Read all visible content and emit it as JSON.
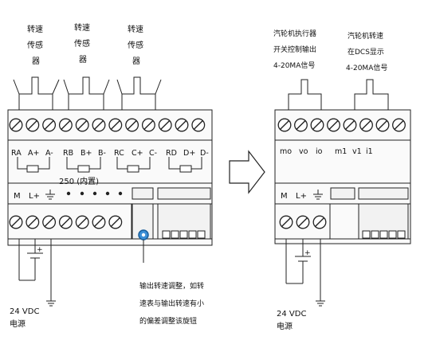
{
  "left_module": {
    "sensor_labels": [
      [
        "转速",
        "传感",
        "器"
      ],
      [
        "转速",
        "传感",
        "器"
      ],
      [
        "转速",
        "传感",
        "器"
      ]
    ],
    "channel_labels": [
      "RA",
      "A+",
      "A-",
      "RB",
      "B+",
      "B-",
      "RC",
      "C+",
      "C-",
      "RD",
      "D+",
      "D-"
    ],
    "internal_resistor": "250 (内置)",
    "power_labels": [
      "M",
      "L+"
    ],
    "adjust_note": [
      "输出转速调整，如转",
      "速表与输出转速有小",
      "的偏差调整该旋钮"
    ],
    "supply": [
      "24 VDC",
      "电源"
    ]
  },
  "right_module": {
    "left_caption": [
      "汽轮机执行器",
      "开关控制输出",
      "4-20MA信号"
    ],
    "right_caption": [
      "汽轮机转速",
      "在DCS显示",
      "4-20MA信号"
    ],
    "channel_labels": [
      "mo",
      "vo",
      "io",
      "m1",
      "v1",
      "i1"
    ],
    "power_labels": [
      "M",
      "L+"
    ],
    "supply": [
      "24 VDC",
      "电源"
    ]
  }
}
